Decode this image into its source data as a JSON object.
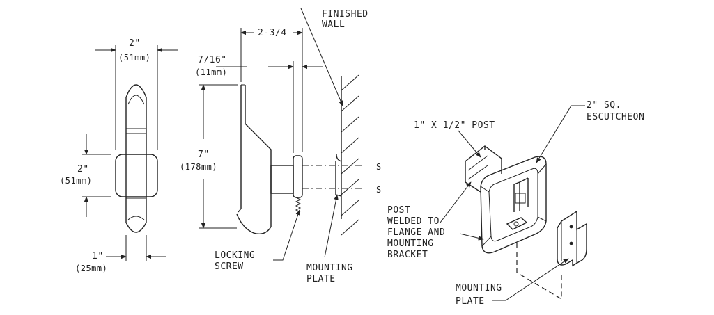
{
  "front_view": {
    "width_label": "2\"",
    "width_mm": "(51mm)",
    "height_label": "2\"",
    "height_mm": "(51mm)",
    "post_label": "1\"",
    "post_mm": "(25mm)"
  },
  "side_view": {
    "depth_label": "2-3/4",
    "offset_label": "7/16\"",
    "offset_mm": "(11mm)",
    "length_label": "7\"",
    "length_mm": "(178mm)",
    "finished_wall": [
      "FINISHED",
      "WALL"
    ],
    "s_marks": [
      "S",
      "S"
    ],
    "locking_screw": [
      "LOCKING",
      "SCREW"
    ],
    "mounting_plate": [
      "MOUNTING",
      "PLATE"
    ]
  },
  "iso_view": {
    "post_label": "1\" X 1/2\" POST",
    "escutcheon": [
      "2\" SQ.",
      "ESCUTCHEON"
    ],
    "post_welded": [
      "POST",
      "WELDED TO",
      "FLANGE AND",
      "MOUNTING",
      "BRACKET"
    ],
    "mounting_plate": [
      "MOUNTING",
      "PLATE"
    ]
  }
}
